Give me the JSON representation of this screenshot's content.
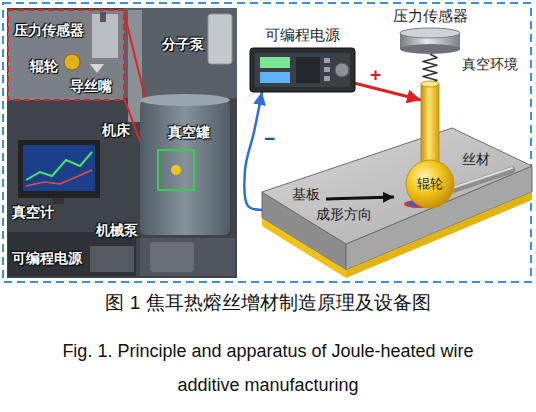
{
  "diagram": {
    "caption": "图 1 焦耳热熔丝增材制造原理及设备图",
    "nodes": [
      {
        "text": [
          "可编程电源"
        ]
      },
      {
        "text": [
          "压力传感器"
        ]
      },
      {
        "text": [
          "辊轮"
        ]
      },
      {
        "text": [
          "基板"
        ]
      }
    ],
    "edges": [
      {
        "from": 0,
        "to": 2,
        "arrow": "to",
        "label": "+"
      },
      {
        "from": 1,
        "to": 2,
        "arrow": "none"
      },
      {
        "from": 3,
        "to": 0,
        "arrow": "to",
        "label": "−"
      }
    ],
    "labels": [
      "压力传感器",
      "分子泵",
      "辊轮",
      "导丝嘴",
      "机床",
      "真空罐",
      "真空计",
      "机械泵",
      "可编程电源",
      "真空环境",
      "丝材",
      "成形方向",
      "Fig. 1. Principle and apparatus of Joule-heated wire additive manufacturing"
    ]
  }
}
